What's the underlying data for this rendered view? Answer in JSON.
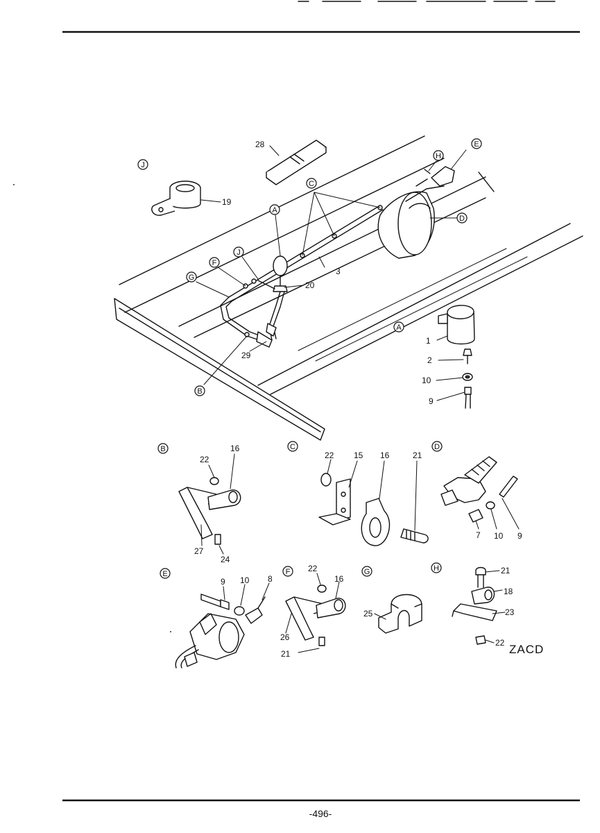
{
  "page": {
    "number": "-496-",
    "code": "ZACD"
  },
  "callouts": {
    "main": {
      "A": "A",
      "B": "B",
      "C": "C",
      "D": "D",
      "E": "E",
      "F": "F",
      "G": "G",
      "H": "H",
      "J": "J"
    },
    "details": {
      "A": "A",
      "B": "B",
      "C": "C",
      "D": "D",
      "E": "E",
      "F": "F",
      "G": "G",
      "H": "H"
    }
  },
  "labels": {
    "main": {
      "p28": "28",
      "p19": "19",
      "p3": "3",
      "p20": "20",
      "p29": "29"
    },
    "detail_a": {
      "p1": "1",
      "p2": "2",
      "p10": "10",
      "p9": "9"
    },
    "detail_b": {
      "p22": "22",
      "p16": "16",
      "p27": "27",
      "p24": "24"
    },
    "detail_c": {
      "p22": "22",
      "p15": "15",
      "p16": "16",
      "p21": "21"
    },
    "detail_d": {
      "p7": "7",
      "p10": "10",
      "p9": "9"
    },
    "detail_e": {
      "p9": "9",
      "p10": "10",
      "p8": "8"
    },
    "detail_f": {
      "p22": "22",
      "p16": "16",
      "p26": "26",
      "p21": "21"
    },
    "detail_g": {
      "p25": "25"
    },
    "detail_h": {
      "p21": "21",
      "p18": "18",
      "p23": "23",
      "p22": "22"
    }
  }
}
